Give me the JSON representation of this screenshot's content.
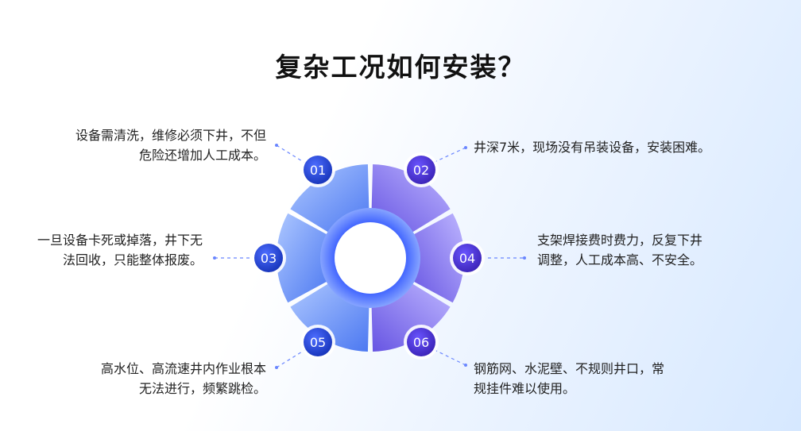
{
  "title": "复杂工况如何安装？",
  "items": [
    {
      "num": "01",
      "lines": [
        "设备需清洗，维修必须下井，不但",
        "危险还增加人工成本。"
      ]
    },
    {
      "num": "02",
      "lines": [
        "井深7米，现场没有吊装设备，安装困难。"
      ]
    },
    {
      "num": "03",
      "lines": [
        "一旦设备卡死或掉落，井下无",
        "法回收，只能整体报废。"
      ]
    },
    {
      "num": "04",
      "lines": [
        "支架焊接费时费力，反复下井",
        "调整，人工成本高、不安全。"
      ]
    },
    {
      "num": "05",
      "lines": [
        "高水位、高流速井内作业根本",
        "无法进行，频繁跳检。"
      ]
    },
    {
      "num": "06",
      "lines": [
        "钢筋网、水泥壁、不规则井口，常",
        "规挂件难以使用。"
      ]
    }
  ],
  "colors": {
    "ring_left": "#5b8dff",
    "ring_right": "#7a6cf0",
    "badge_dark": "#1d3fc7",
    "badge_right": "#4b36c9",
    "connector": "#6a86ff"
  }
}
